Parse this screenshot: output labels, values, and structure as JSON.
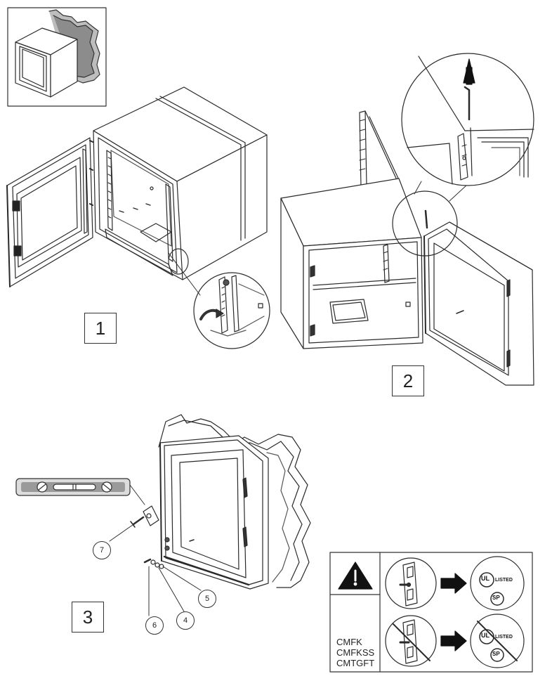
{
  "steps": {
    "step1": "1",
    "step2": "2",
    "step3": "3"
  },
  "callouts": {
    "c7": "7",
    "c6": "6",
    "c5": "5",
    "c4": "4"
  },
  "notice": {
    "models": [
      "CMFK",
      "CMFKSS",
      "CMTGFT"
    ],
    "ul_mark": "UL",
    "listed_text": "LISTED",
    "csa_mark": "SP",
    "warning_icon": "warning-triangle-icon"
  }
}
